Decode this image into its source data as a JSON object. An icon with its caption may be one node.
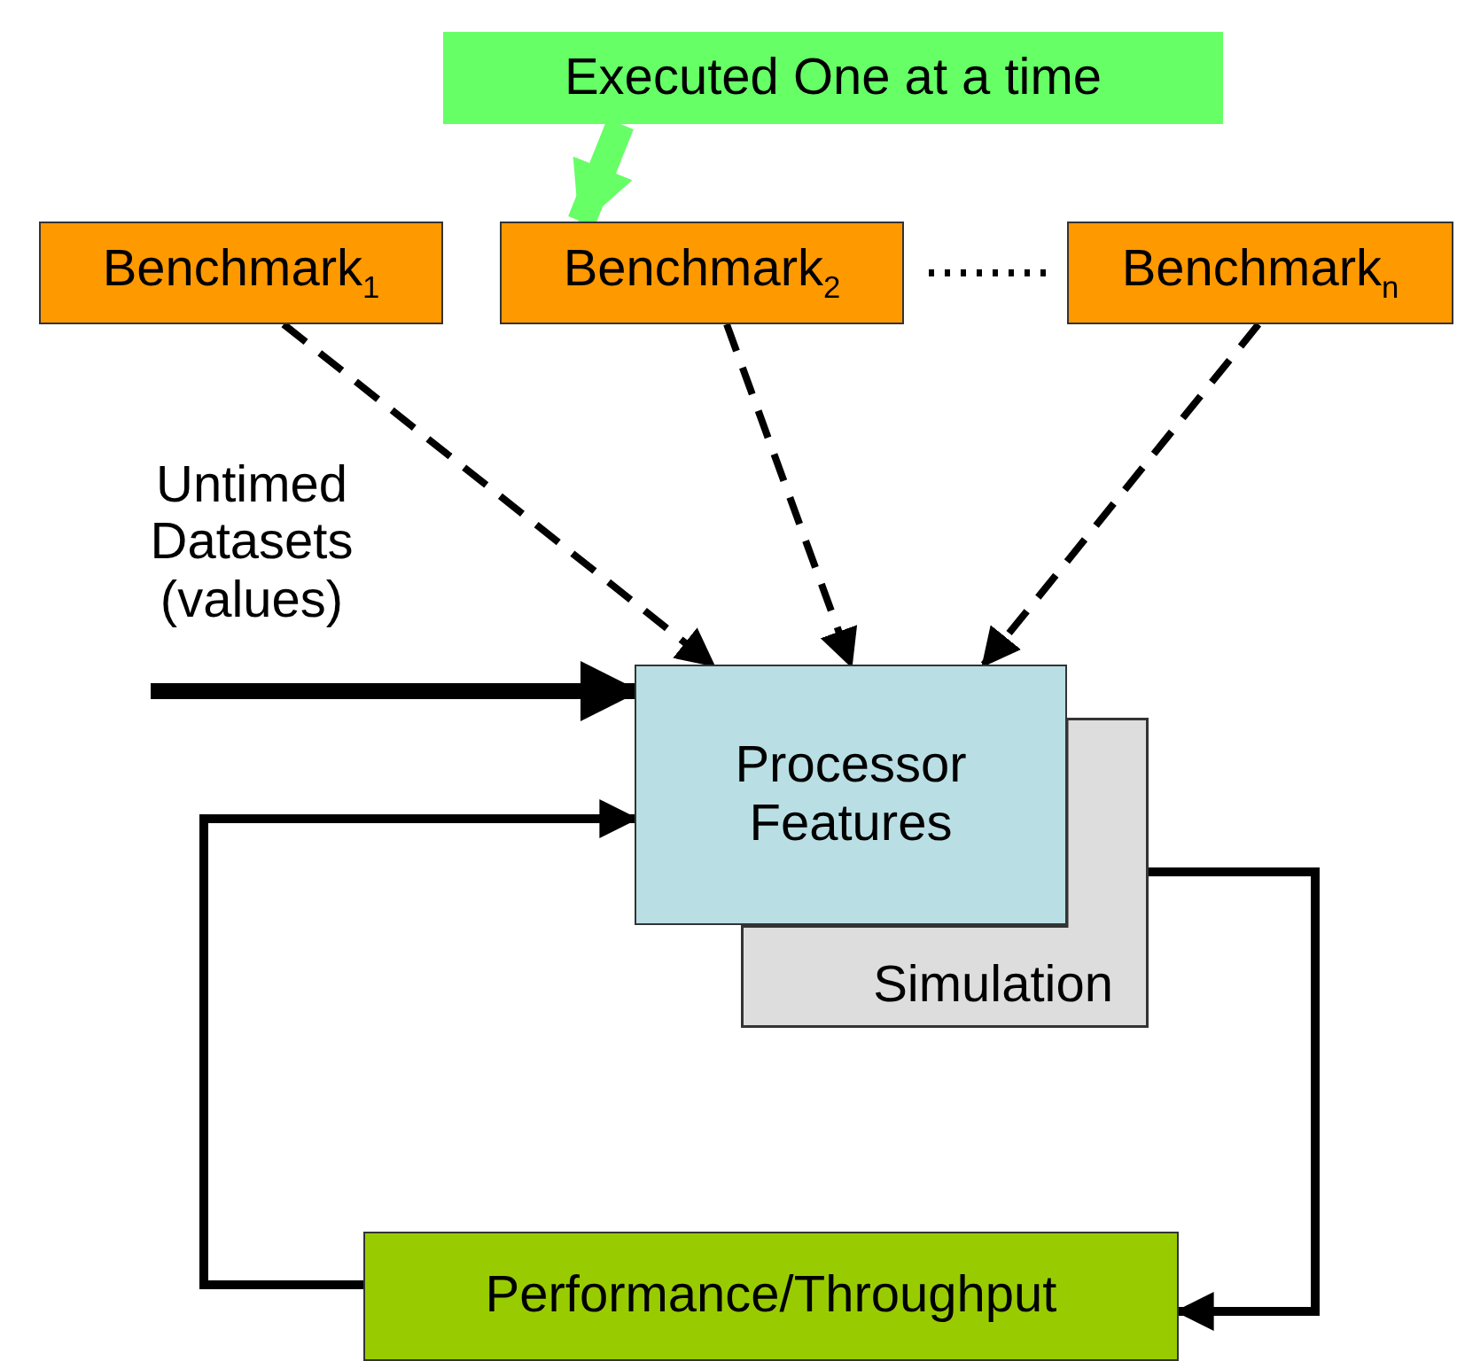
{
  "diagram": {
    "nodes": [
      {
        "text": [
          "Executed One at a time"
        ]
      },
      {
        "text": [
          "Benchmark$_{1}$"
        ]
      },
      {
        "text": [
          "Benchmark$_{2}$"
        ]
      },
      {
        "text": [
          "Benchmark$_{n}$"
        ]
      },
      {
        "text": [
          "Untimed Datasets (values)"
        ]
      },
      {
        "text": [
          "Simulation"
        ]
      },
      {
        "text": [
          "Processor Features"
        ]
      },
      {
        "text": [
          "Performance/Throughput"
        ]
      }
    ],
    "edges": [
      {
        "from": 0,
        "to": 2,
        "arrow": "to",
        "style": "thick",
        "color": "#66ff66"
      },
      {
        "from": 1,
        "to": 6,
        "arrow": "to",
        "style": "dashed"
      },
      {
        "from": 2,
        "to": 6,
        "arrow": "to",
        "style": "dashed"
      },
      {
        "from": 3,
        "to": 6,
        "arrow": "to",
        "style": "dashed"
      },
      {
        "from": 4,
        "to": 6,
        "arrow": "to",
        "style": "thick"
      },
      {
        "from": 5,
        "to": 7,
        "arrow": "to"
      },
      {
        "from": 7,
        "to": 6,
        "arrow": "to"
      }
    ]
  }
}
